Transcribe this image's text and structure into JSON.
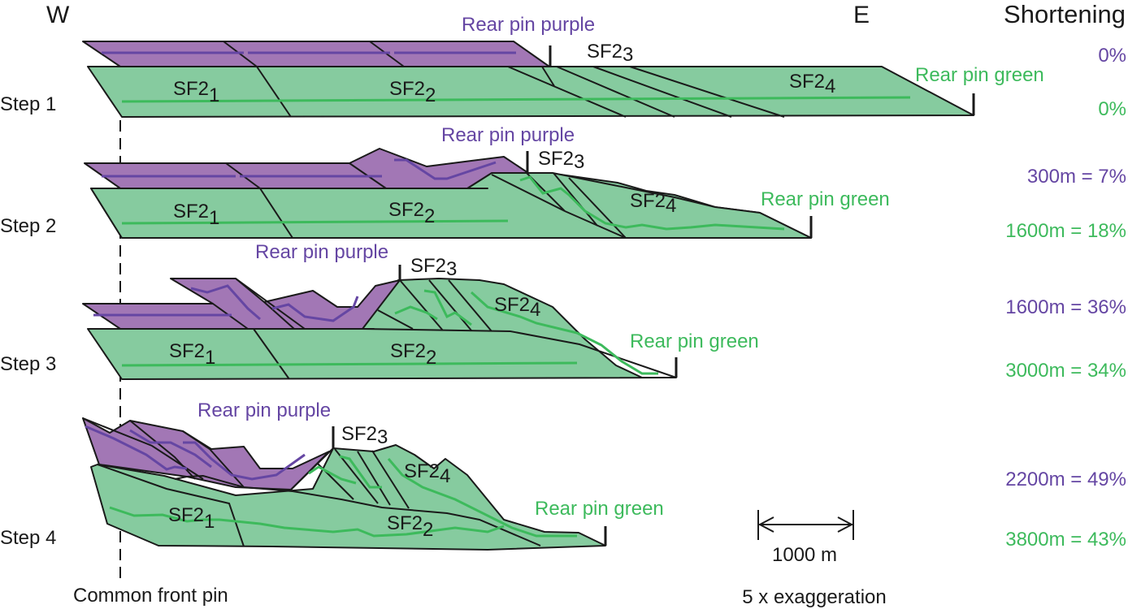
{
  "title": "Shortening restoration steps",
  "orientation": {
    "west": "W",
    "east": "E"
  },
  "shortening_header": "Shortening",
  "colors": {
    "purple_unit": "#a277b5",
    "green_unit": "#86cb9f",
    "purple_text": "#6546a3",
    "green_text": "#3dba5c",
    "outline": "#1a1a1a"
  },
  "steps": [
    {
      "label": "Step 1",
      "rear_pin_purple": "Rear pin purple",
      "rear_pin_green": "Rear pin green",
      "units": [
        "SF2",
        "SF2",
        "SF2",
        "SF2"
      ],
      "subs": [
        "1",
        "2",
        "3",
        "4"
      ],
      "shortening_purple": "0%",
      "shortening_green": "0%"
    },
    {
      "label": "Step 2",
      "rear_pin_purple": "Rear pin purple",
      "rear_pin_green": "Rear pin green",
      "units": [
        "SF2",
        "SF2",
        "SF2",
        "SF2"
      ],
      "subs": [
        "1",
        "2",
        "3",
        "4"
      ],
      "shortening_purple": "300m = 7%",
      "shortening_green": "1600m = 18%"
    },
    {
      "label": "Step 3",
      "rear_pin_purple": "Rear pin purple",
      "rear_pin_green": "Rear pin green",
      "units": [
        "SF2",
        "SF2",
        "SF2",
        "SF2"
      ],
      "subs": [
        "1",
        "2",
        "3",
        "4"
      ],
      "shortening_purple": "1600m = 36%",
      "shortening_green": "3000m = 34%"
    },
    {
      "label": "Step 4",
      "rear_pin_purple": "Rear pin purple",
      "rear_pin_green": "Rear pin green",
      "units": [
        "SF2",
        "SF2",
        "SF2",
        "SF2"
      ],
      "subs": [
        "1",
        "2",
        "3",
        "4"
      ],
      "shortening_purple": "2200m = 49%",
      "shortening_green": "3800m = 43%"
    }
  ],
  "front_pin_label": "Common front pin",
  "scale_bar": {
    "label": "1000 m",
    "length_m": 1000
  },
  "exaggeration": "5 x exaggeration"
}
